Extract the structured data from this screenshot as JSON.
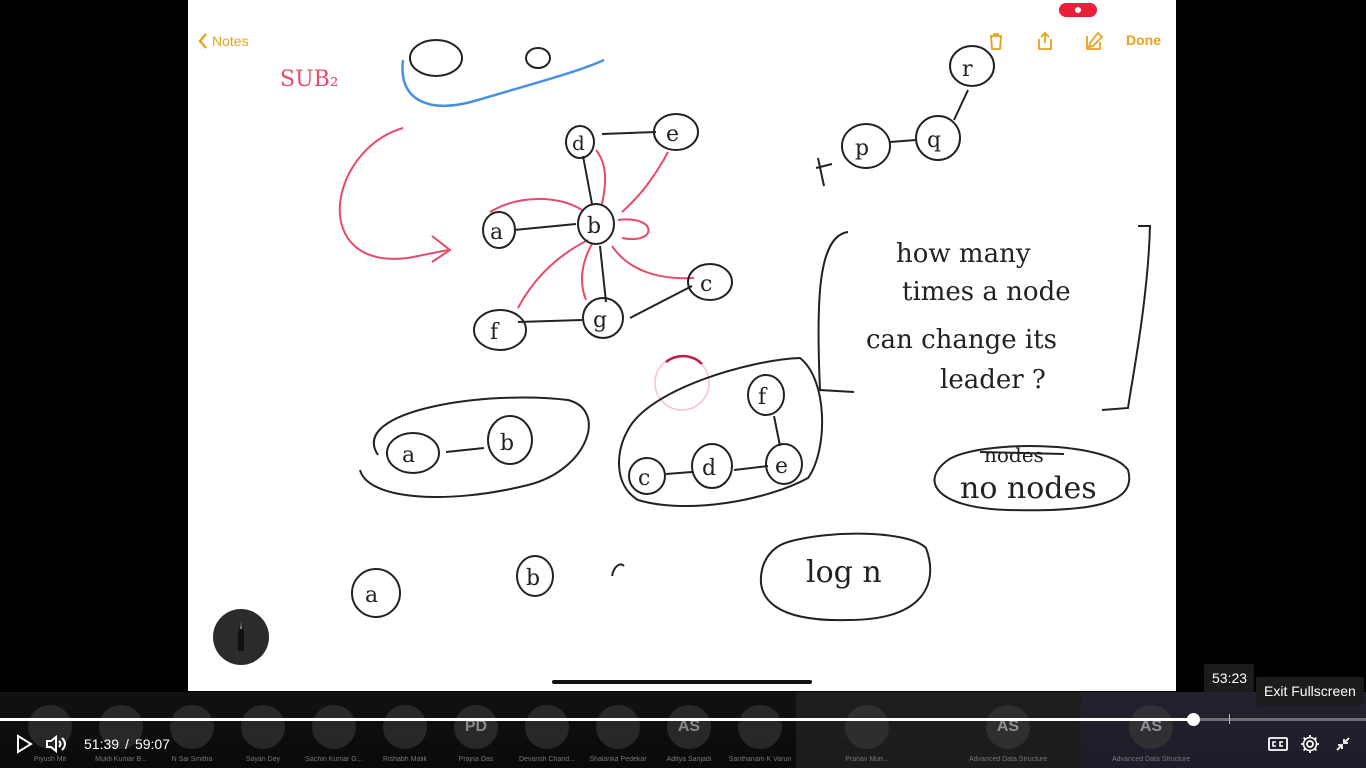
{
  "notes": {
    "back_label": "Notes",
    "done_label": "Done",
    "accent_color": "#e8a21a",
    "icons": [
      "trash-icon",
      "share-icon",
      "compose-icon"
    ],
    "handwriting": {
      "sub_label": "SUB₂",
      "question": [
        "how many",
        "times a node",
        "can change its",
        "leader ?"
      ],
      "crossed_word": "nodes",
      "answer": "no nodes",
      "complexity": "log n",
      "graph_nodes": [
        "d",
        "e",
        "b",
        "a",
        "c",
        "f",
        "g"
      ],
      "subgroup_a_nodes": [
        "a",
        "b"
      ],
      "subgroup_b_nodes": [
        "f",
        "c",
        "d",
        "e"
      ],
      "chain_nodes": [
        "p",
        "q",
        "r"
      ],
      "singles": [
        "a",
        "b"
      ]
    }
  },
  "player": {
    "current_time": "51:39",
    "separator": "/",
    "duration": "59:07",
    "progress_fraction": 0.8737,
    "hover_time": "53:23",
    "exit_tooltip": "Exit Fullscreen"
  },
  "participants": [
    {
      "initials": "",
      "name": "Piyush Mit"
    },
    {
      "initials": "",
      "name": "Mukti Kumar B..."
    },
    {
      "initials": "",
      "name": "N Sai Smitha"
    },
    {
      "initials": "",
      "name": "Sayan Dey"
    },
    {
      "initials": "",
      "name": "Sachin Kumar G..."
    },
    {
      "initials": "",
      "name": "Rishabh Malik"
    },
    {
      "initials": "PD",
      "name": "Prajna Das"
    },
    {
      "initials": "",
      "name": "Devansh Chand..."
    },
    {
      "initials": "",
      "name": "Shalanka Pedekar"
    },
    {
      "initials": "AS",
      "name": "Aditya Sanjadi"
    },
    {
      "initials": "",
      "name": "Santhanam K Varun"
    },
    {
      "initials": "",
      "name": "Pranav Mun..."
    },
    {
      "initials": "AS",
      "name": "Advanced Data Structures & Algorit..."
    },
    {
      "initials": "AS",
      "name": "Advanced Data Structures & Algorit..."
    }
  ]
}
